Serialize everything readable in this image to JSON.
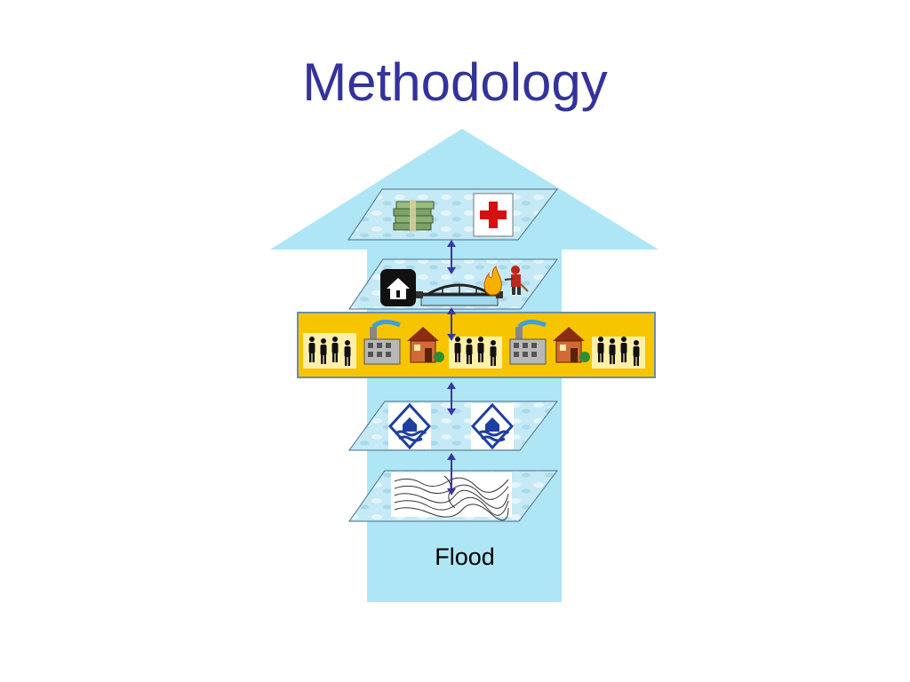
{
  "slide": {
    "title": "Methodology",
    "base_label": "Flood"
  },
  "colors": {
    "title": "#33339a",
    "arrow_fill": "#aee6f6",
    "layer_fill": "#c5e9f5",
    "band_fill": "#f7c500",
    "band_border": "#6c8fa6",
    "connector": "#3838a0",
    "hospital_cross": "#d41010"
  },
  "layers": [
    {
      "level": 5,
      "icons": [
        "money-stack-icon",
        "first-aid-cross-icon"
      ]
    },
    {
      "level": 4,
      "icons": [
        "house-info-icon",
        "bridge-icon",
        "fire-icon",
        "firefighter-icon"
      ]
    },
    {
      "level": 3,
      "icons": [
        "family-icon",
        "factory-icon",
        "house-icon",
        "family-icon",
        "factory-icon",
        "house-icon",
        "family-icon"
      ]
    },
    {
      "level": 2,
      "icons": [
        "flooded-house-sign-icon",
        "flooded-house-sign-icon"
      ]
    },
    {
      "level": 1,
      "icons": [
        "topographic-map-icon"
      ]
    }
  ]
}
